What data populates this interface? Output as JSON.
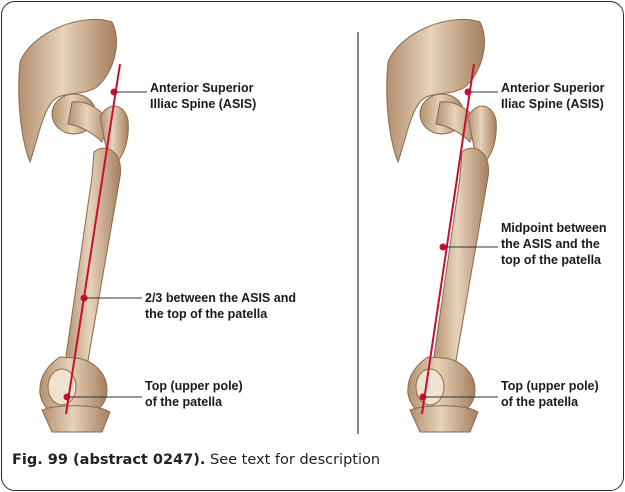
{
  "panels": [
    {
      "labels": [
        {
          "line1": "Anterior Superior",
          "line2": "Illiac Spine (ASIS)"
        },
        {
          "line1": "2/3 between the ASIS and",
          "line2": "the top of the patella"
        },
        {
          "line1": "Top (upper pole)",
          "line2": "of the patella"
        }
      ]
    },
    {
      "labels": [
        {
          "line1": "Anterior Superior",
          "line2": "Iliac Spine (ASIS)"
        },
        {
          "line1": "Midpoint between",
          "line2": "the ASIS and the",
          "line3": "top of the patella"
        },
        {
          "line1": "Top (upper pole)",
          "line2": "of the patella"
        }
      ]
    }
  ],
  "caption": {
    "label": "Fig. 99 (abstract 0247).",
    "text": " See text for description"
  },
  "colors": {
    "axis_line": "#c8102e",
    "bone": "#d9c2a5",
    "bone_shade": "#a9876a",
    "leader": "#333333"
  }
}
